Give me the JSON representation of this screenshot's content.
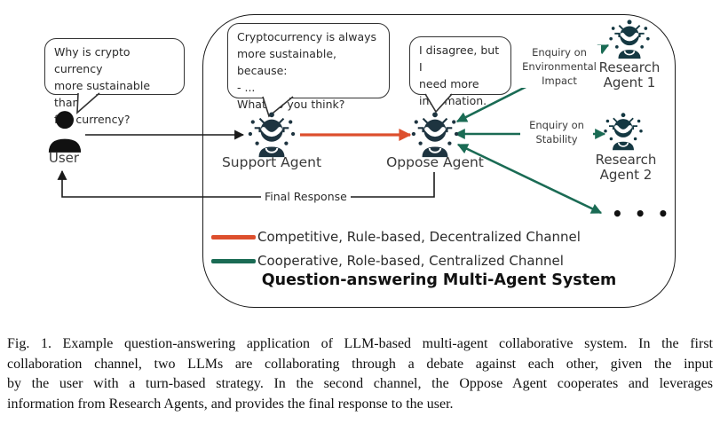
{
  "figure": {
    "user": {
      "label": "User",
      "bubble": "Why is crypto currency\nmore sustainable than\nfiat currency?"
    },
    "support_agent": {
      "label": "Support Agent",
      "bubble": "Cryptocurrency is always\nmore sustainable, because:\n- ...\nWhat do you think?"
    },
    "oppose_agent": {
      "label": "Oppose Agent",
      "bubble": "I disagree, but I\nneed more\ninformation."
    },
    "research_agents": [
      {
        "label": "Research\nAgent 1",
        "enquiry": "Enquiry on\nEnvironmental\nImpact"
      },
      {
        "label": "Research\nAgent 2",
        "enquiry": "Enquiry on\nStability"
      }
    ],
    "more_agents_ellipsis": "• • •",
    "final_response_label": "Final Response",
    "legend": {
      "items": [
        {
          "label": "Competitive, Rule-based, Decentralized Channel",
          "color": "#dd4f2d"
        },
        {
          "label": "Cooperative, Role-based, Centralized Channel",
          "color": "#1a6b54"
        }
      ]
    },
    "title": "Question-answering Multi-Agent System",
    "colors": {
      "competitive_channel": "#dd4f2d",
      "cooperative_channel": "#1a6b54",
      "outline": "#1a1a1a",
      "agent_icon_dark": "#1e3440",
      "agent_icon_teal": "#143842"
    }
  },
  "caption": {
    "lines": [
      "Fig. 1.  Example question-answering application of LLM-based multi-agent collaborative system. In the first",
      "collaboration channel, two LLMs are collaborating through a debate against each other, given the input",
      "by the user with a turn-based strategy. In the second channel, the Oppose Agent cooperates and leverages",
      "information from Research Agents, and provides the final response to the user."
    ]
  }
}
